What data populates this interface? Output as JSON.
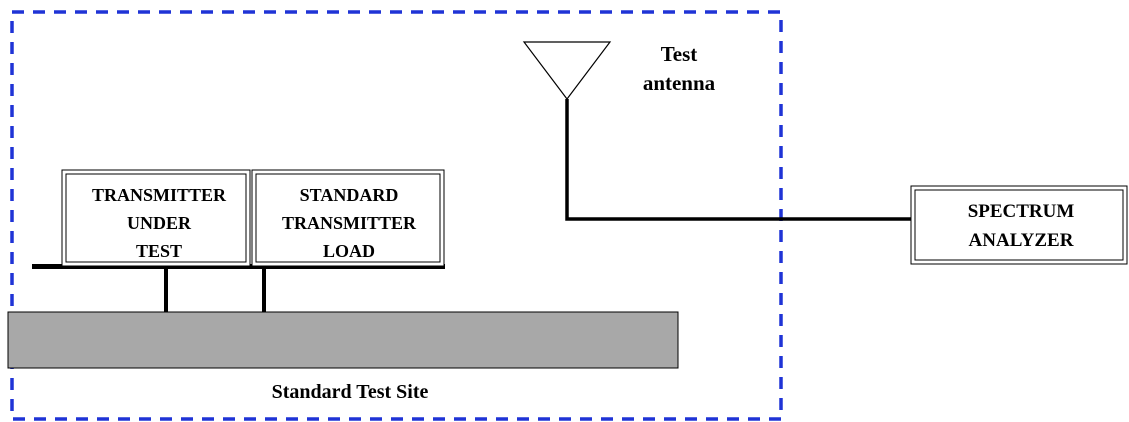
{
  "diagram": {
    "test_antenna": {
      "label_lines": [
        "Test",
        "antenna"
      ]
    },
    "transmitter_under_test": {
      "label_lines": [
        "TRANSMITTER",
        "UNDER",
        "TEST"
      ]
    },
    "standard_transmitter_load": {
      "label_lines": [
        "STANDARD",
        "TRANSMITTER",
        "LOAD"
      ]
    },
    "spectrum_analyzer": {
      "label_lines": [
        "SPECTRUM",
        "ANALYZER"
      ]
    },
    "test_site": {
      "label": "Standard Test Site"
    },
    "colors": {
      "enclosure_dash": "#1f33d6",
      "ground_plane_fill": "#a8a8a8",
      "line": "#000000",
      "background": "#ffffff"
    }
  }
}
